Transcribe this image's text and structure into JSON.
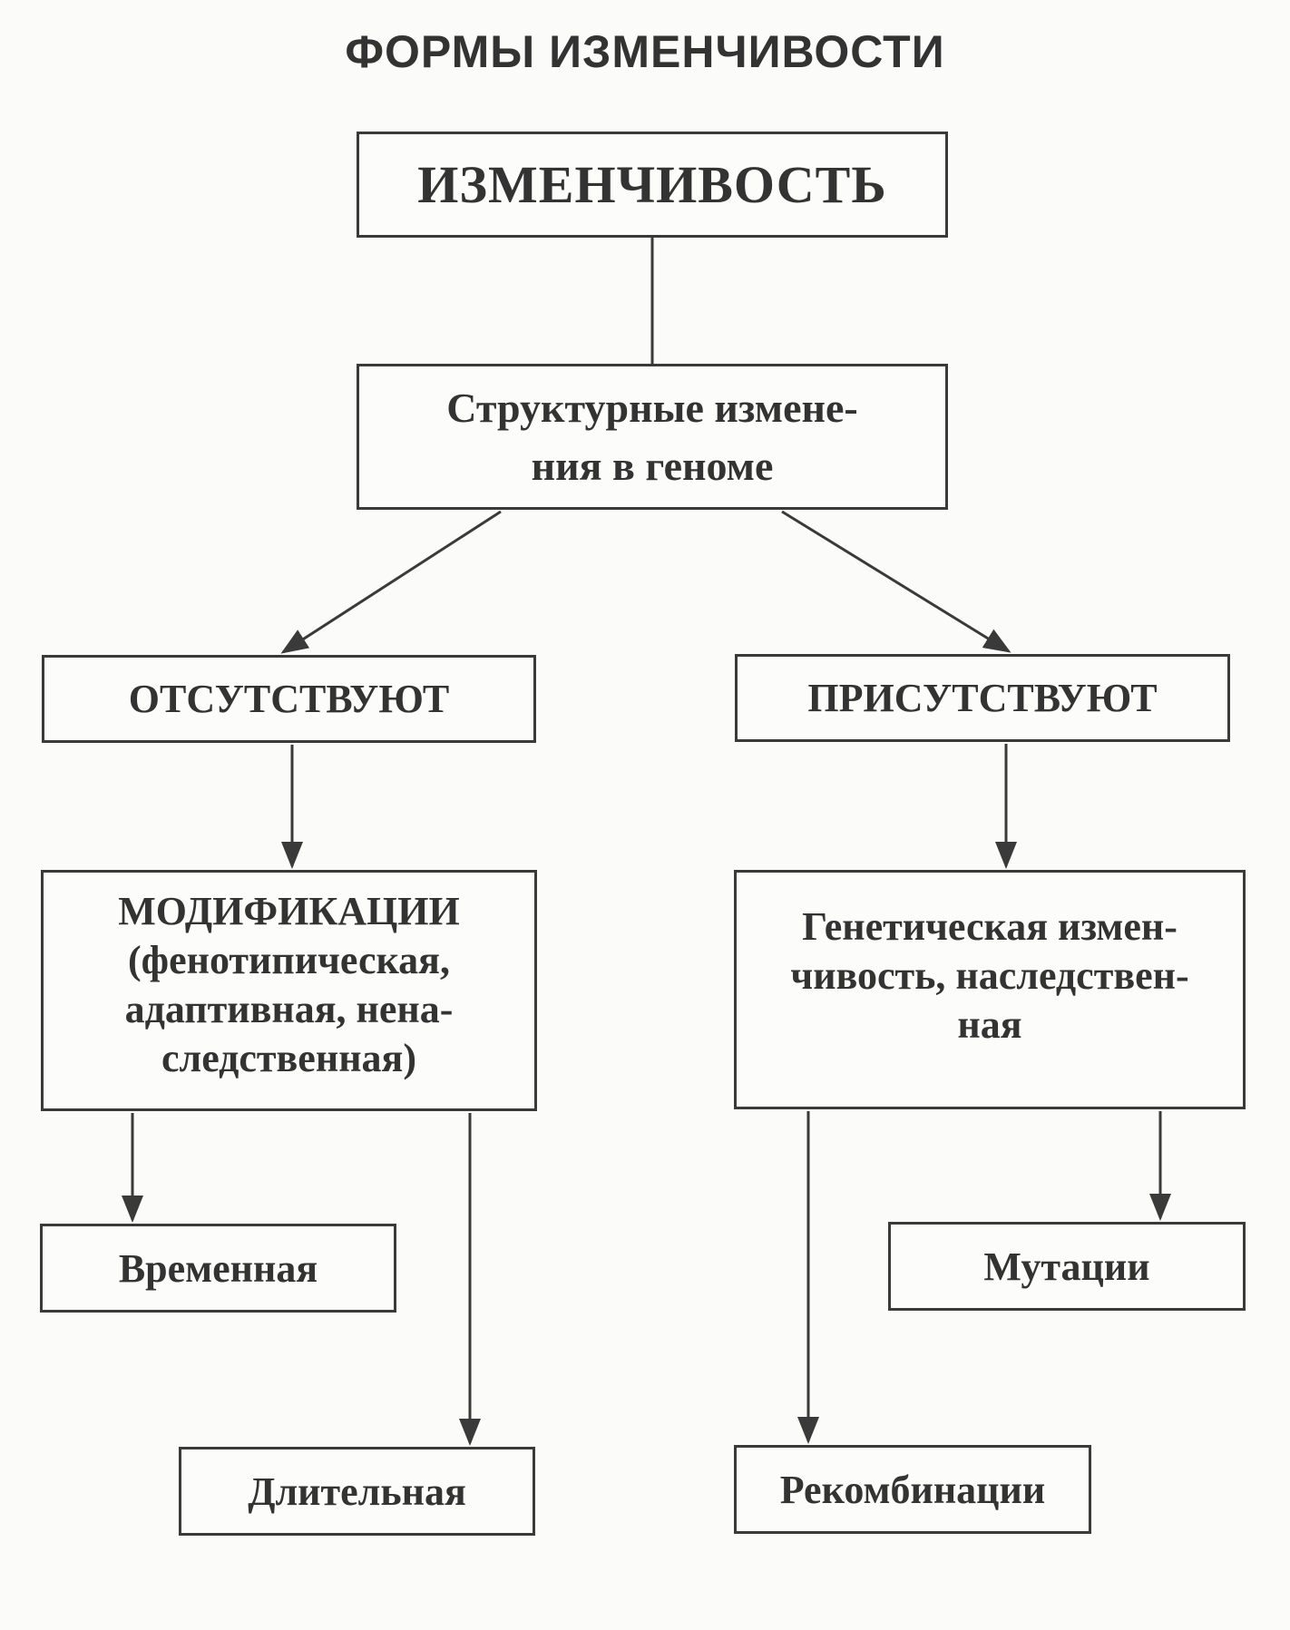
{
  "title": "ФОРМЫ ИЗМЕНЧИВОСТИ",
  "nodes": {
    "root": "ИЗМЕНЧИВОСТЬ",
    "structural": "Структурные измене-\nния в геноме",
    "absent": "ОТСУТСТВУЮТ",
    "present": "ПРИСУТСТВУЮТ",
    "modifications": "МОДИФИКАЦИИ\n(фенотипическая,\nадаптивная, нена-\nследственная)",
    "genetic": "Генетическая измен-\nчивость, наследствен-\nная",
    "temporary": "Временная",
    "mutations": "Мутации",
    "long_term": "Длительная",
    "recombinations": "Рекомбинации"
  },
  "edges": [
    {
      "from": "root",
      "to": "structural",
      "arrow": false
    },
    {
      "from": "structural",
      "to": "absent",
      "arrow": true
    },
    {
      "from": "structural",
      "to": "present",
      "arrow": true
    },
    {
      "from": "absent",
      "to": "modifications",
      "arrow": true
    },
    {
      "from": "present",
      "to": "genetic",
      "arrow": true
    },
    {
      "from": "modifications",
      "to": "temporary",
      "arrow": true
    },
    {
      "from": "modifications",
      "to": "long_term",
      "arrow": true
    },
    {
      "from": "genetic",
      "to": "mutations",
      "arrow": true
    },
    {
      "from": "genetic",
      "to": "recombinations",
      "arrow": true
    }
  ],
  "colors": {
    "line": "#3a3a3a",
    "text": "#333333",
    "background": "#fbfbfa"
  }
}
